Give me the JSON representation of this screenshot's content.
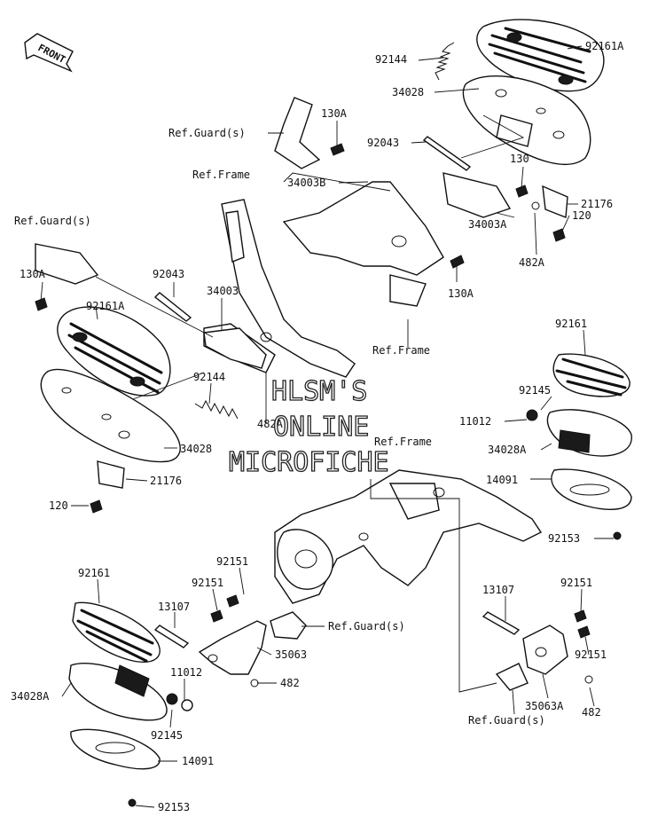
{
  "diagram": {
    "front_label": "FRONT",
    "watermark": [
      "HLSM'S",
      "ONLINE",
      "MICROFICHE"
    ],
    "callouts": [
      "92161A",
      "92144",
      "34028",
      "130A",
      "Ref.Guard(s)",
      "92043",
      "130",
      "Ref.Frame",
      "34003B",
      "21176",
      "120",
      "34003A",
      "482A",
      "Ref.Guard(s)",
      "130A",
      "130A",
      "92043",
      "34003",
      "Ref.Frame",
      "92161A",
      "92161",
      "92144",
      "92145",
      "11012",
      "482A",
      "Ref.Frame",
      "34028",
      "34028A",
      "21176",
      "14091",
      "120",
      "92153",
      "92151",
      "92151",
      "92161",
      "13107",
      "Ref.Guard(s)",
      "35063",
      "11012",
      "482",
      "13107",
      "92151",
      "92151",
      "34028A",
      "92145",
      "35063A",
      "482",
      "Ref.Guard(s)",
      "14091",
      "92153"
    ]
  }
}
